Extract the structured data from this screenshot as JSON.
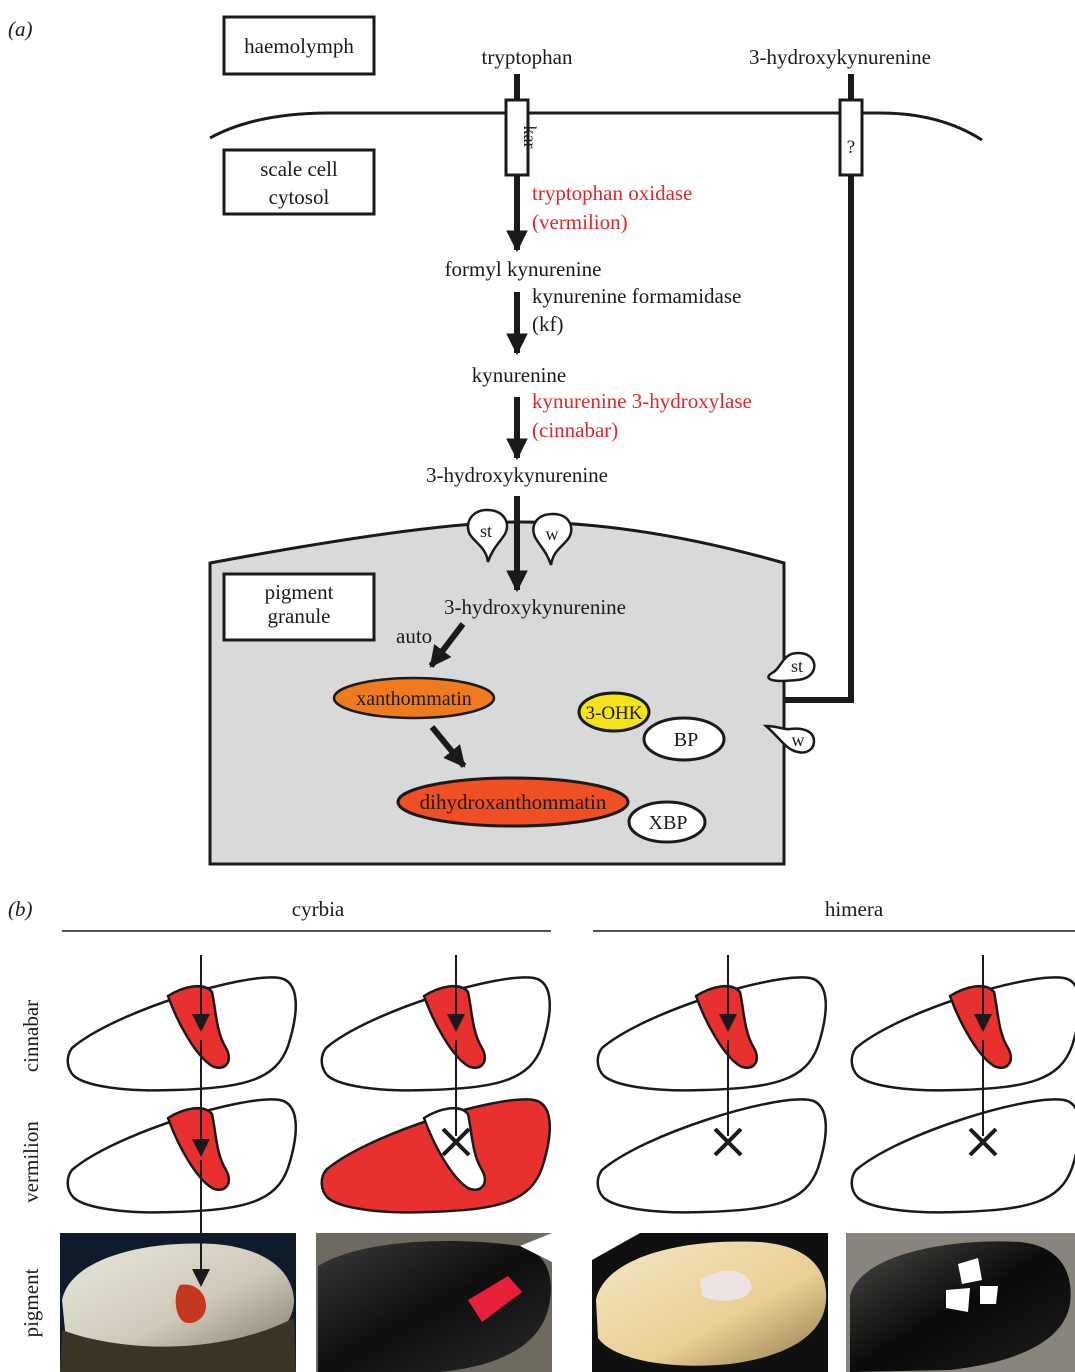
{
  "panel_a": {
    "label": "(a)",
    "boxes": {
      "haemolymph": "haemolymph",
      "cytosol_line1": "scale cell",
      "cytosol_line2": "cytosol",
      "granule_line1": "pigment",
      "granule_line2": "granule"
    },
    "transporters": {
      "kar": "kar",
      "unknown": "?",
      "st": "st",
      "w": "w"
    },
    "compounds": {
      "tryptophan": "tryptophan",
      "hk_outside": "3-hydroxykynurenine",
      "formyl_kynurenine": "formyl kynurenine",
      "kynurenine": "kynurenine",
      "hk_cytosol": "3-hydroxykynurenine",
      "hk_granule": "3-hydroxykynurenine",
      "auto": "auto",
      "xanthommatin": "xanthommatin",
      "dihydroxanthommatin": "dihydroxanthommatin",
      "ohk": "3-OHK",
      "bp": "BP",
      "xbp": "XBP"
    },
    "enzymes": {
      "to_line1": "tryptophan oxidase",
      "to_line2": "(vermilion)",
      "kf_line1": "kynurenine formamidase",
      "kf_line2": "(kf)",
      "k3h_line1": "kynurenine 3-hydroxylase",
      "k3h_line2": "(cinnabar)"
    },
    "colors": {
      "enzyme_text": "#e0262a",
      "granule_fill": "#d8d9db",
      "xanthommatin": "#f07a1e",
      "dihydroxanthommatin": "#f04e23",
      "ohk": "#f5e31a",
      "wing_red": "#e8312f"
    }
  },
  "panel_b": {
    "label": "(b)",
    "groups": [
      "cyrbia",
      "himera"
    ],
    "rows": [
      "cinnabar",
      "vermilion",
      "pigment"
    ],
    "vermilion_fill": [
      "spot",
      "inverse",
      "none",
      "none"
    ],
    "vermilion_marker": [
      "arrow",
      "cross",
      "cross",
      "cross"
    ]
  }
}
